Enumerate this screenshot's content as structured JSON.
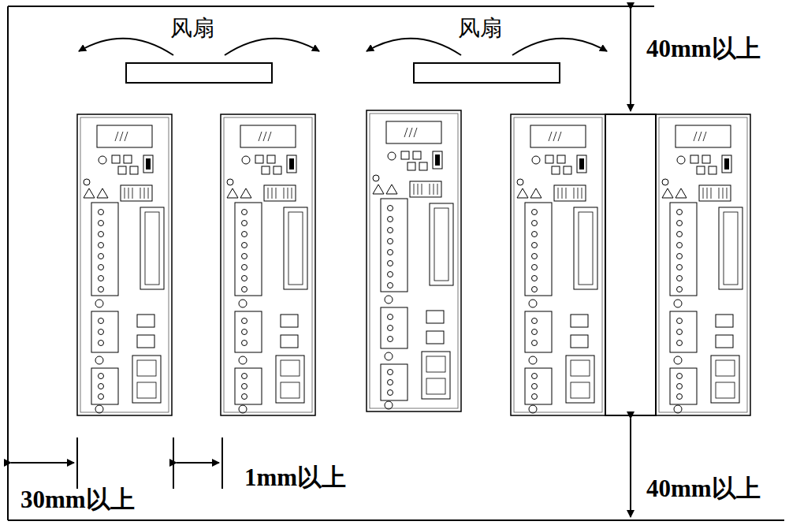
{
  "diagram": {
    "labels": [
      "风扇",
      "风扇",
      "40mm以上",
      "30mm以上",
      "1mm以上",
      "40mm以上"
    ]
  }
}
